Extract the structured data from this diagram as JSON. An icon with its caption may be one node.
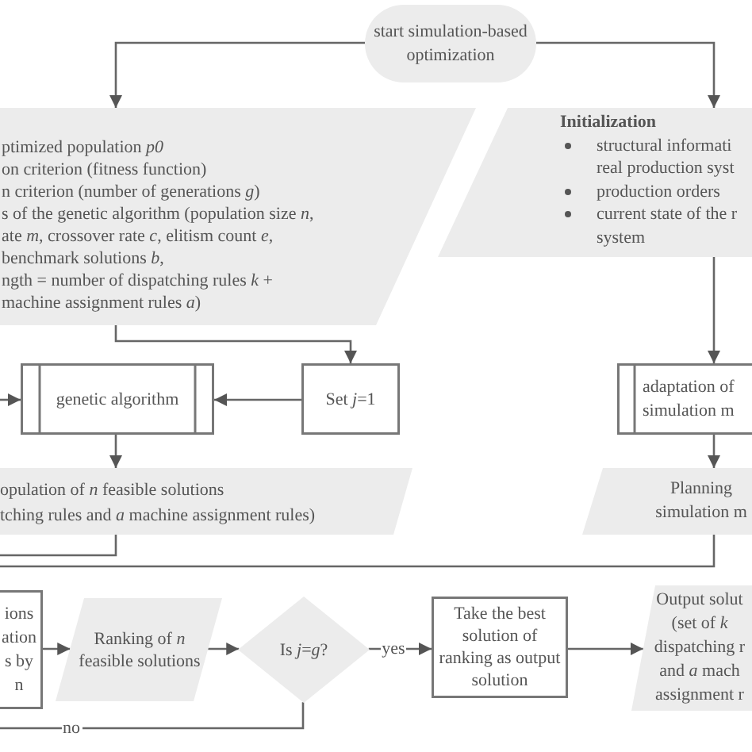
{
  "diagram": {
    "nodes": [
      {
        "text": [
          "start simulation-based optimization"
        ]
      },
      {
        "text": [
          "ptimized population *p0*",
          "on criterion (fitness function)",
          "n criterion (number of generations *g*)",
          "s of the genetic algorithm (population size *n*,",
          "ate *m*, crossover rate *c*, elitism count *e*,",
          "benchmark solutions *b*,",
          "ngth = number of dispatching rules *k* +",
          "machine assignment rules *a*)"
        ]
      },
      {
        "text": [
          "Initialization",
          "structural informati real production syst",
          "production orders",
          "current state of the r system"
        ]
      },
      {
        "text": [
          "genetic algorithm"
        ]
      },
      {
        "text": [
          "Set *j*=1"
        ]
      },
      {
        "text": [
          "adaptation of simulation m"
        ]
      },
      {
        "text": [
          "opulation of *n* feasible solutions",
          "tching rules and *a* machine assignment rules)"
        ]
      },
      {
        "text": [
          "Planning simulation m"
        ]
      },
      {
        "text": [
          "ions ation s by n"
        ]
      },
      {
        "text": [
          "Ranking of *n* feasible solutions"
        ]
      },
      {
        "text": [
          "Is *j*=*g*?"
        ]
      },
      {
        "text": [
          "Take the best solution of ranking as output solution"
        ]
      },
      {
        "text": [
          "Output solut (set of *k* dispatching r and *a* mach assignment r"
        ]
      }
    ],
    "edges": [
      {
        "from": 0,
        "to": 1,
        "arrow": "to"
      },
      {
        "from": 0,
        "to": 2,
        "arrow": "to"
      },
      {
        "from": 1,
        "to": 4,
        "arrow": "to"
      },
      {
        "from": 4,
        "to": 3,
        "arrow": "to"
      },
      {
        "from": null,
        "to": 3,
        "arrow": "to"
      },
      {
        "from": 3,
        "to": 6,
        "arrow": "to"
      },
      {
        "from": 2,
        "to": 5,
        "arrow": "to"
      },
      {
        "from": 5,
        "to": 7,
        "arrow": "to"
      },
      {
        "from": 6,
        "to": null,
        "arrow": "none"
      },
      {
        "from": 7,
        "to": null,
        "arrow": "none"
      },
      {
        "from": 8,
        "to": 9,
        "arrow": "to"
      },
      {
        "from": 9,
        "to": 10,
        "arrow": "to"
      },
      {
        "from": 10,
        "to": 11,
        "arrow": "to",
        "label": "yes"
      },
      {
        "from": 11,
        "to": 12,
        "arrow": "to"
      },
      {
        "from": 10,
        "to": null,
        "arrow": "none",
        "label": "no"
      }
    ]
  }
}
